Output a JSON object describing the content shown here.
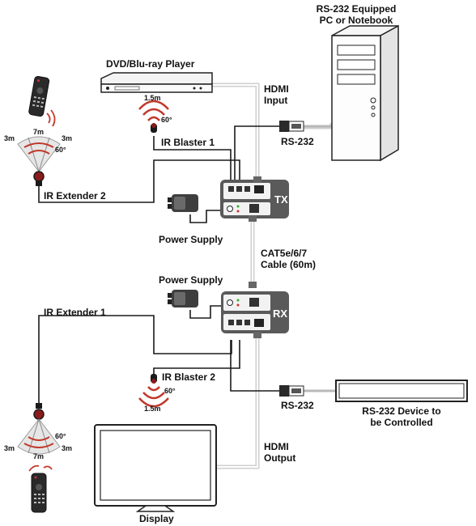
{
  "labels": {
    "pc_title_line1": "RS-232 Equipped",
    "pc_title_line2": "PC or Notebook",
    "dvd_player": "DVD/Blu-ray Player",
    "hdmi_input_line1": "HDMI",
    "hdmi_input_line2": "Input",
    "rs232_top": "RS-232",
    "ir_blaster_1": "IR Blaster 1",
    "ir_extender_2": "IR Extender 2",
    "tx_unit": "TX",
    "power_supply_top": "Power Supply",
    "cable_line1": "CAT5e/6/7",
    "cable_line2": "Cable (60m)",
    "power_supply_bottom": "Power Supply",
    "rx_unit": "RX",
    "ir_extender_1": "IR Extender 1",
    "ir_blaster_2": "IR Blaster 2",
    "rs232_bottom": "RS-232",
    "rs232_device_line1": "RS-232 Device to",
    "rs232_device_line2": "be Controlled",
    "hdmi_output_line1": "HDMI",
    "hdmi_output_line2": "Output",
    "display": "Display"
  },
  "ranges": {
    "blaster1_distance": "1.5m",
    "blaster1_angle": "60°",
    "blaster2_distance": "1.5m",
    "blaster2_angle": "60°",
    "ext_top_left": "3m",
    "ext_top_center": "7m",
    "ext_top_right": "3m",
    "ext_top_angle": "60°",
    "ext_bottom_left": "3m",
    "ext_bottom_center": "7m",
    "ext_bottom_right": "3m",
    "ext_bottom_angle": "60°"
  },
  "colors": {
    "cable": "#1a1a1a",
    "cable_light": "#d9d9d9",
    "unit_body": "#585858",
    "ir_wave": "#c0392b"
  },
  "icons": {
    "pc": "desktop-tower-icon",
    "player": "disc-player-icon",
    "display": "monitor-icon",
    "remote": "remote-control-icon",
    "power": "power-adapter-icon",
    "ir": "ir-signal-icon"
  }
}
